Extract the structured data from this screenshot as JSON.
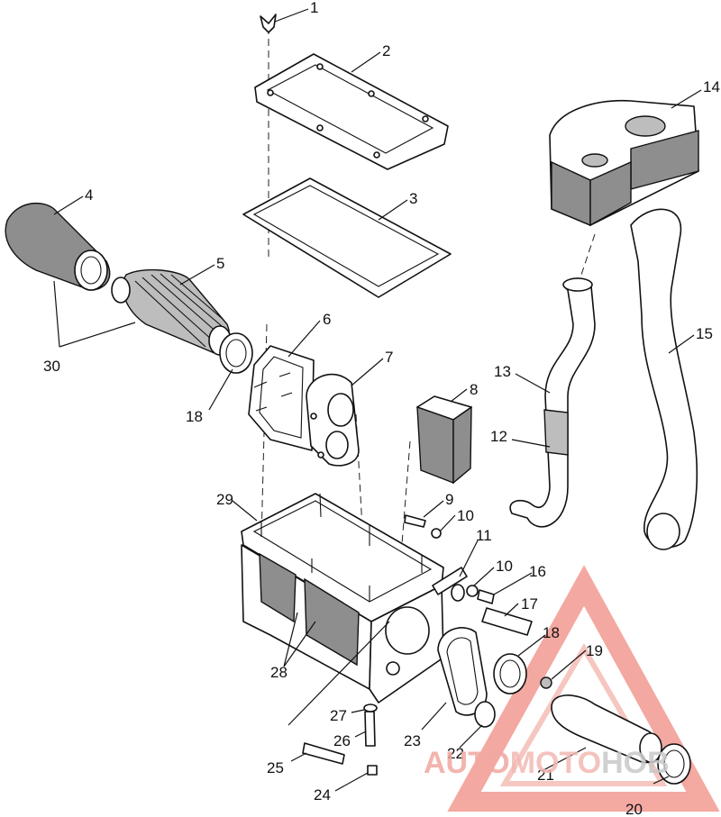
{
  "callouts": {
    "c1": "1",
    "c2": "2",
    "c3": "3",
    "c4": "4",
    "c5": "5",
    "c6": "6",
    "c7": "7",
    "c8": "8",
    "c9": "9",
    "c10a": "10",
    "c10b": "10",
    "c11": "11",
    "c12": "12",
    "c13": "13",
    "c14": "14",
    "c15": "15",
    "c16": "16",
    "c17": "17",
    "c18a": "18",
    "c18b": "18",
    "c19": "19",
    "c20": "20",
    "c21": "21",
    "c22": "22",
    "c23": "23",
    "c24": "24",
    "c25": "25",
    "c26": "26",
    "c27": "27",
    "c28": "28",
    "c29": "29",
    "c30": "30"
  },
  "watermark": {
    "part1": "AUTO",
    "part2": "MOTO",
    "part3": "HOB",
    "color_main": "#f0a8a0",
    "color_dark": "#d0d0d0"
  }
}
